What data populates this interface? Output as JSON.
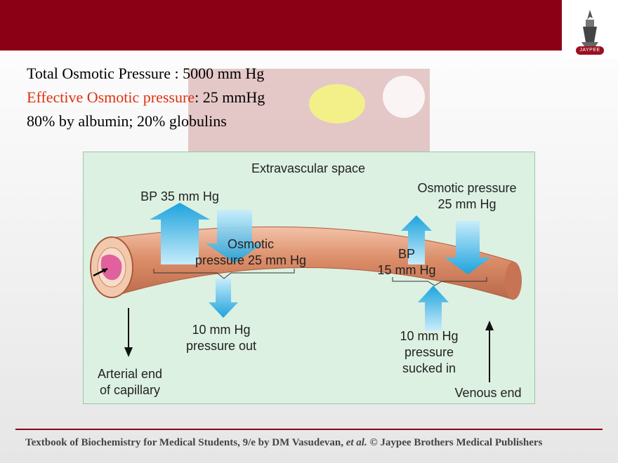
{
  "lines": {
    "total_label": "Total Osmotic Pressure :  5000 mm Hg",
    "effective_label": "Effective Osmotic pressure",
    "effective_value": ":  25 mmHg",
    "distribution": "80% by albumin; 20% globulins"
  },
  "logo": {
    "text": "JAYPEE"
  },
  "diagram": {
    "extravascular": "Extravascular space",
    "bp_left": "BP 35 mm Hg",
    "osmotic_left_1": "Osmotic",
    "osmotic_left_2": "pressure 25 mm Hg",
    "out_1": "10 mm Hg",
    "out_2": "pressure out",
    "arterial_1": "Arterial end",
    "arterial_2": "of capillary",
    "osmotic_right_1": "Osmotic pressure",
    "osmotic_right_2": "25 mm Hg",
    "bp_right_1": "BP",
    "bp_right_2": "15 mm Hg",
    "in_1": "10 mm Hg",
    "in_2": "pressure",
    "in_3": "sucked in",
    "venous": "Venous end"
  },
  "footer": {
    "text_pre": "Textbook of Biochemistry for Medical Students, 9/e by DM Vasudevan, ",
    "text_italic": "et al.",
    "text_post": " © Jaypee Brothers Medical Publishers"
  },
  "colors": {
    "brand": "#8b0015",
    "highlight": "#e03010",
    "arrow_blue": "#29abe2",
    "vessel": "#d98a66",
    "panel": "#dcf1e2"
  }
}
